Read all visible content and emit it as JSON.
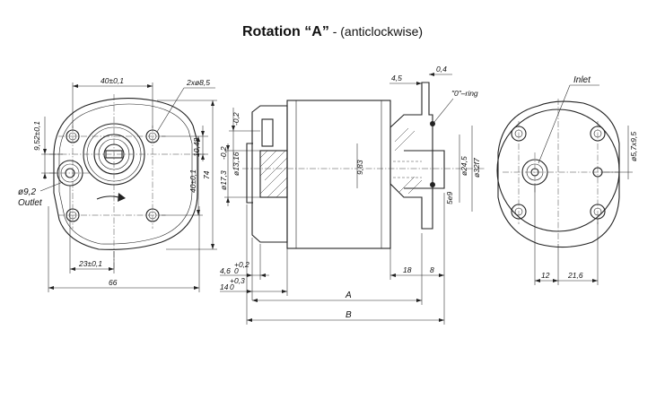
{
  "title": {
    "main": "Rotation “A”",
    "sub": " - (anticlockwise)"
  },
  "front_view": {
    "dims": {
      "port_spacing": "40±0,1",
      "hole_dia": "2xø8,5",
      "outlet_offset": "9,52±0,1",
      "shaft_offset": "10,48",
      "vert_spacing": "40±0,1",
      "height": "74",
      "outlet_dia": "ø9,2",
      "outlet_label": "Outlet",
      "bottom_offset": "23±0,1",
      "width": "66"
    }
  },
  "side_view": {
    "dims": {
      "pilot_dia": "ø13,16",
      "pilot_tol": "-0,2",
      "flange_dia": "ø17,3",
      "flange_tol": "-0,2",
      "center_height": "9,83",
      "gap_a": "4,5",
      "gap_b": "0,4",
      "oring": "\"0\"–ring",
      "shaft_dia": "ø24,5",
      "bore_dia": "ø32f7",
      "key": "5e9",
      "len_18": "18",
      "len_8": "8",
      "flange_thk": "4,6",
      "flange_thk_tol": "+0,2",
      "flange_thk_tol_low": "0",
      "spigot": "14",
      "spigot_tol": "+0,3",
      "spigot_tol_low": "0",
      "len_a": "A",
      "len_b": "B"
    }
  },
  "rear_view": {
    "dims": {
      "inlet_label": "Inlet",
      "inlet_dia": "ø5,7x9,5",
      "offset_12": "12",
      "offset_21": "21,6"
    }
  }
}
